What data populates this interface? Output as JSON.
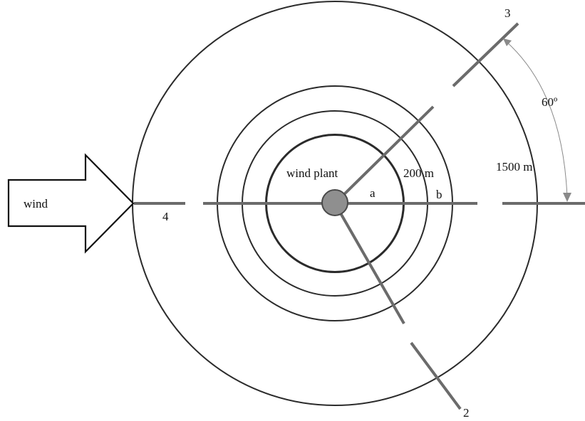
{
  "labels": {
    "wind": "wind",
    "wind_plant": "wind plant",
    "inner_radius": "200 m",
    "outer_radius": "1500 m",
    "angle": "60º",
    "point_a": "a",
    "point_b": "b",
    "transect_2": "2",
    "transect_3": "3",
    "transect_4": "4"
  },
  "colors": {
    "rings": "#2b2b2b",
    "transects": "#6b6b6b",
    "plant_fill": "#8f8f8f",
    "angle_arc": "#8a8a8a"
  }
}
